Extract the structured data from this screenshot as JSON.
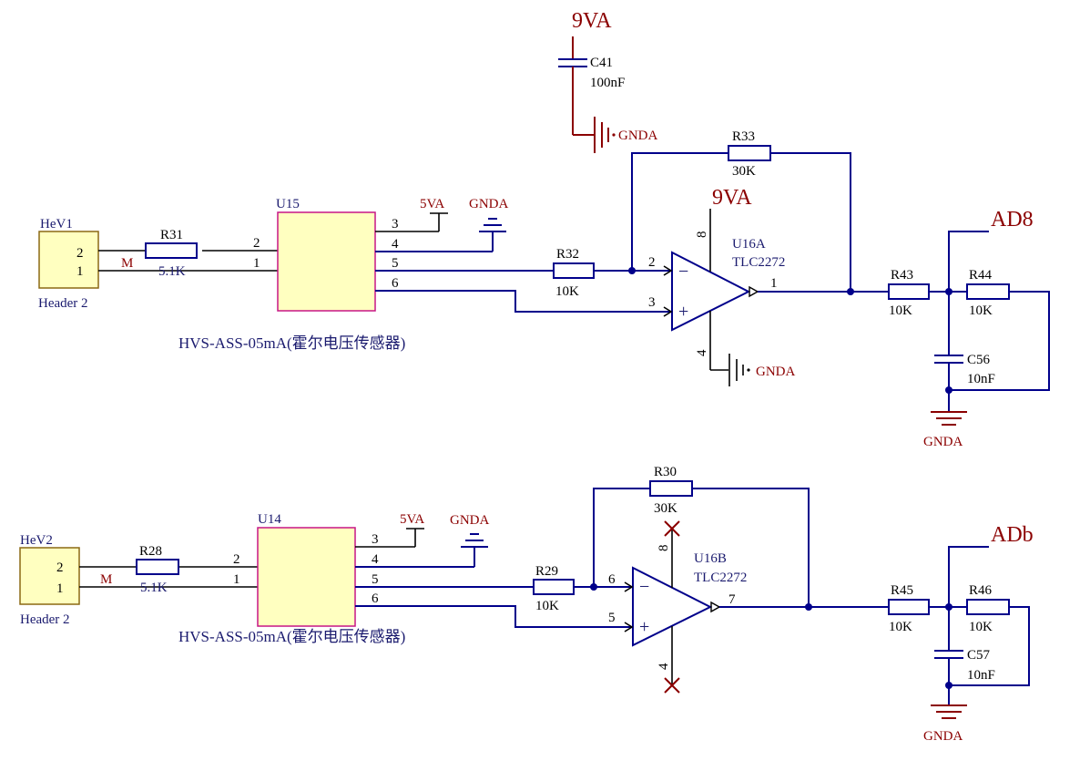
{
  "rails": {
    "v9": "9VA",
    "v5": "5VA",
    "gnd": "GNDA"
  },
  "c41": {
    "ref": "C41",
    "value": "100nF"
  },
  "channels": [
    {
      "header_ref": "HeV1",
      "header_type": "Header 2",
      "header_pin_top": "2",
      "header_pin_bottom": "1",
      "net_m": "M",
      "r_in_ref": "R31",
      "r_in_val": "5.1K",
      "sensor_ref": "U15",
      "sensor_pins": [
        "2",
        "1",
        "3",
        "4",
        "5",
        "6"
      ],
      "sensor_label": "HVS-ASS-05mA(霍尔电压传感器)",
      "r_mid_ref": "R32",
      "r_mid_val": "10K",
      "r_fb_ref": "R33",
      "r_fb_val": "30K",
      "amp_ref": "U16A",
      "amp_type": "TLC2272",
      "amp_pin_inv": "2",
      "amp_pin_noninv": "3",
      "amp_pin_out": "1",
      "amp_pin_vcc": "8",
      "amp_pin_gnd": "4",
      "amp_supply": "9VA",
      "r_out1_ref": "R43",
      "r_out1_val": "10K",
      "r_out2_ref": "R44",
      "r_out2_val": "10K",
      "c_ref": "C56",
      "c_val": "10nF",
      "net_out": "AD8"
    },
    {
      "header_ref": "HeV2",
      "header_type": "Header 2",
      "header_pin_top": "2",
      "header_pin_bottom": "1",
      "net_m": "M",
      "r_in_ref": "R28",
      "r_in_val": "5.1K",
      "sensor_ref": "U14",
      "sensor_pins": [
        "2",
        "1",
        "3",
        "4",
        "5",
        "6"
      ],
      "sensor_label": "HVS-ASS-05mA(霍尔电压传感器)",
      "r_mid_ref": "R29",
      "r_mid_val": "10K",
      "r_fb_ref": "R30",
      "r_fb_val": "30K",
      "amp_ref": "U16B",
      "amp_type": "TLC2272",
      "amp_pin_inv": "6",
      "amp_pin_noninv": "5",
      "amp_pin_out": "7",
      "amp_pin_vcc": "8",
      "amp_pin_gnd": "4",
      "r_out1_ref": "R45",
      "r_out1_val": "10K",
      "r_out2_ref": "R46",
      "r_out2_val": "10K",
      "c_ref": "C57",
      "c_val": "10nF",
      "net_out": "ADb"
    }
  ]
}
